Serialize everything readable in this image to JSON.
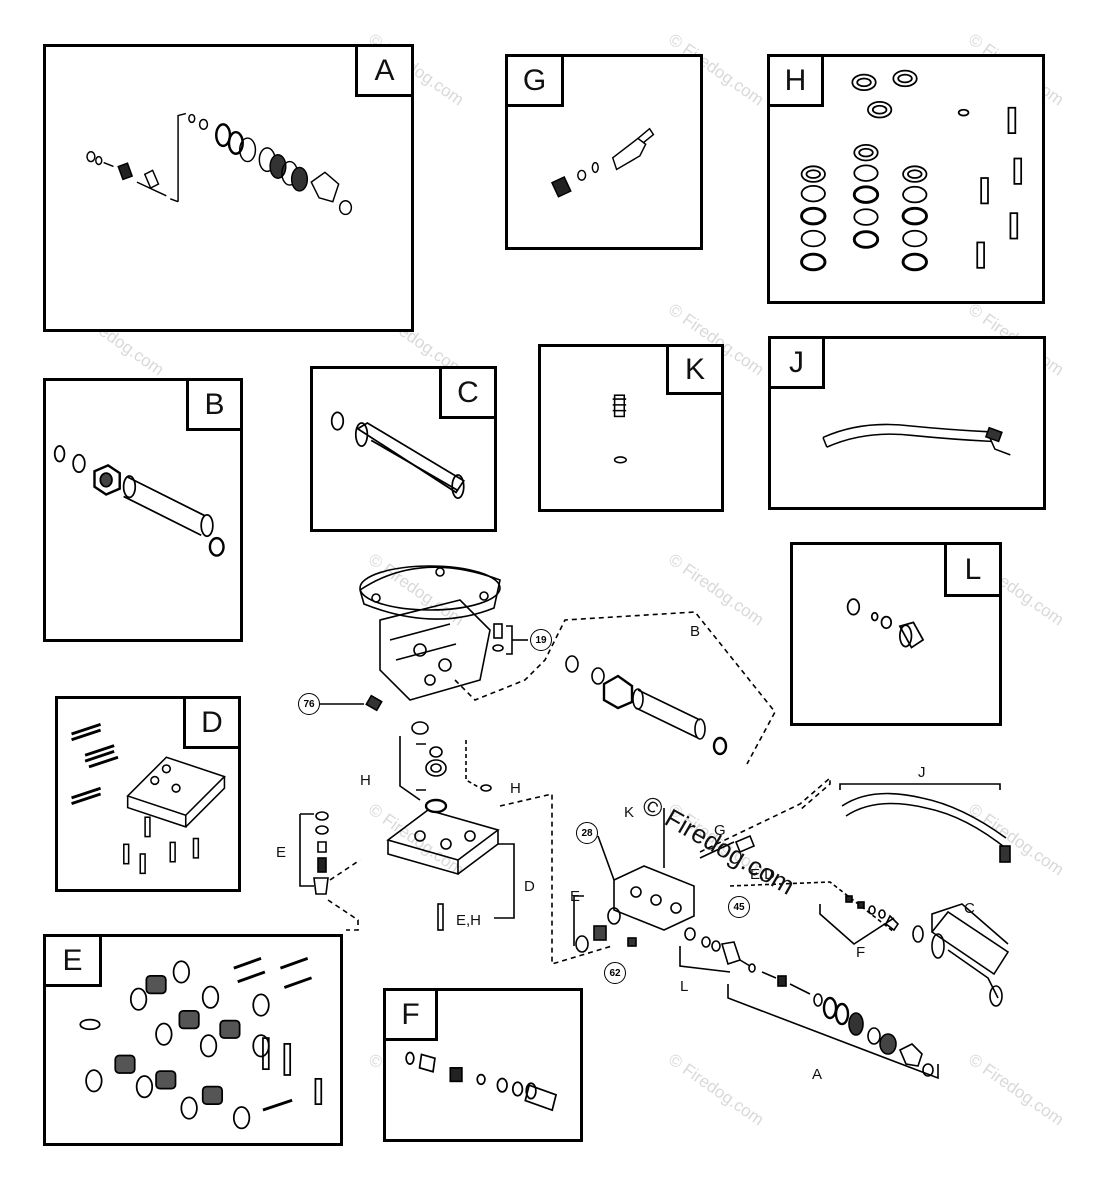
{
  "watermark": "© Firedog.com",
  "inline_watermark": "© Firedog.com",
  "panels": {
    "A": "A",
    "B": "B",
    "C": "C",
    "D": "D",
    "E": "E",
    "F": "F",
    "G": "G",
    "H": "H",
    "J": "J",
    "K": "K",
    "L": "L"
  },
  "callouts": {
    "b": "B",
    "h1": "H",
    "h2": "H",
    "e_left": "E",
    "d": "D",
    "eh": "E,H",
    "g": "G",
    "k": "K",
    "ed": "E,D",
    "e_mid": "E",
    "f": "F",
    "l": "L",
    "a": "A",
    "c": "C",
    "j": "J"
  },
  "part_numbers": {
    "p19": "19",
    "p76": "76",
    "p28": "28",
    "p45": "45",
    "p62": "62"
  }
}
